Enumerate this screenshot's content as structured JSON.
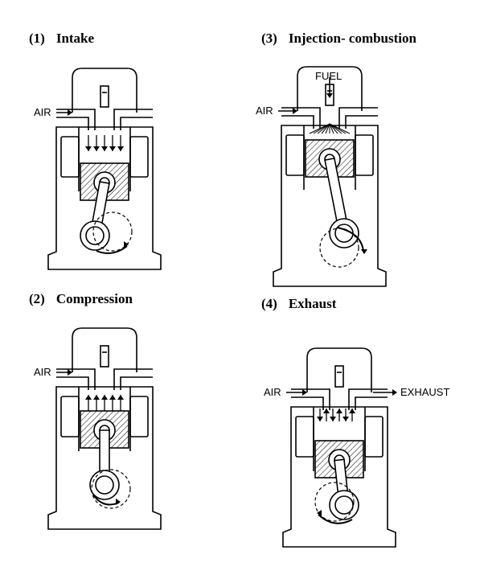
{
  "colors": {
    "ink": "#000000",
    "paper": "#ffffff",
    "hatch": "#000000"
  },
  "panels": [
    {
      "id": "intake",
      "number": "(1)",
      "title": "Intake",
      "labels": {
        "left": "AIR",
        "top": "",
        "right": ""
      }
    },
    {
      "id": "injection",
      "number": "(3)",
      "title": "Injection- combustion",
      "labels": {
        "left": "AIR",
        "top": "FUEL",
        "right": ""
      }
    },
    {
      "id": "compression",
      "number": "(2)",
      "title": "Compression",
      "labels": {
        "left": "AIR",
        "top": "",
        "right": ""
      }
    },
    {
      "id": "exhaust",
      "number": "(4)",
      "title": "Exhaust",
      "labels": {
        "left": "AIR",
        "top": "",
        "right": "EXHAUST"
      }
    }
  ]
}
